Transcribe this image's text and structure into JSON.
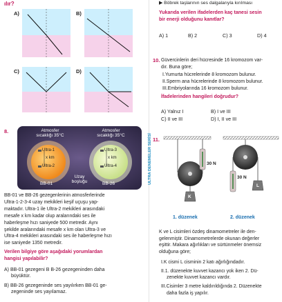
{
  "left": {
    "top_fragment": "ılır?",
    "diagram_labels": [
      "A)",
      "B)",
      "C)",
      "D)"
    ],
    "q8": {
      "number": "8.",
      "fig": {
        "left_planet_caption": [
          "Atmosfer",
          "sıcaklığı 35°C"
        ],
        "right_planet_caption": [
          "Atmosfer",
          "sıcaklığı 35°C"
        ],
        "ultra_left": [
          "Ultra-1",
          "Ultra-2"
        ],
        "ultra_right": [
          "Ultra-3",
          "Ultra-4"
        ],
        "distance": "x km",
        "left_name": "BB-01",
        "right_name": "BB-26",
        "space": [
          "Uzay",
          "boşluğu"
        ]
      },
      "body": [
        "BB-01 ve BB-26 gezegenlerinin atmosferlerinde",
        "Ultra-1-2-3-4 uzay mekikleri keşif uçuşu yap-",
        "maktadır. Ultra-1 ile Ultra-2 mekikleri arasındaki",
        "mesafe x km kadar olup aralarındaki ses ile",
        "haberleşme hızı saniyede 500 metredir. Aynı",
        "şekilde aralarındaki mesafe x km olan Ultra-3 ve",
        "Ultra-4 mekikleri arasındaki ses ile haberleşme hızı",
        "ise saniyede 1350 metredir."
      ],
      "question": [
        "Verilen bilgiye göre aşağıdaki yorumlardan",
        "hangisi yapılabilir?"
      ],
      "option_a": [
        "A) BB-01 gezegeni B B-26 gezegeninden daha",
        "büyüktür."
      ],
      "option_b": [
        "B) BB-26 gezegeninde ses yayılırken BB-01 ge-",
        "zegeninde ses yayılamaz."
      ]
    }
  },
  "sidebar": {
    "text": "ULTRA DENEMELER SERİSİ"
  },
  "right": {
    "top_item": "▶  Böbrek taşlarının ses dalgalarıyla kırılması",
    "q_prev": {
      "question": [
        "Yukarıda verilen ifadelerden kaç tanesi sesin",
        "bir enerji olduğunu kanıtlar?"
      ],
      "options": [
        "A) 1",
        "B) 2",
        "C) 3",
        "D) 4"
      ]
    },
    "q10": {
      "number": "10.",
      "body": [
        "Güvercinlerin deri hücresinde 16 kromozom var-",
        "dır. Buna göre;"
      ],
      "items": [
        "I.Yumurta hücrelerinde 8 kromozom bulunur.",
        "II.Sperm ana hücrelerinde 8 kromozom bulunur.",
        "III.Embriyolarında 16 kromozom bulunur."
      ],
      "question": "İfadelerinden hangileri doğrudur?",
      "options": [
        "A) Yalnız I",
        "B) I ve III",
        "C) II ve III",
        "D) I, II ve III"
      ]
    },
    "q11": {
      "number": "11.",
      "fig": {
        "force1": "30 N",
        "force2": "30 N",
        "mass1": "K",
        "mass2": "L",
        "label1": "1. düzenek",
        "label2": "2. düzenek"
      },
      "body": [
        "K ve L cisimleri özdeş dinamometreler ile den-",
        "gelenmiştir. Dinamometrelerde okunan değerler",
        "eşittir. Makara ağırlıkları ve sürtünmeler önemsiz",
        "olduğuna göre;"
      ],
      "items": [
        [
          "I.K cismi L cisminin 2 katı ağırlığındadır."
        ],
        [
          "II.1. düzenekte kuvvet kazancı yok iken 2. Dü-",
          "zenekte kuvvet kazancı vardır."
        ],
        [
          "III.Cisimler 3 metre kaldırıldığında 2. Düzenekte",
          "daha fazla iş yapılır."
        ]
      ]
    }
  }
}
